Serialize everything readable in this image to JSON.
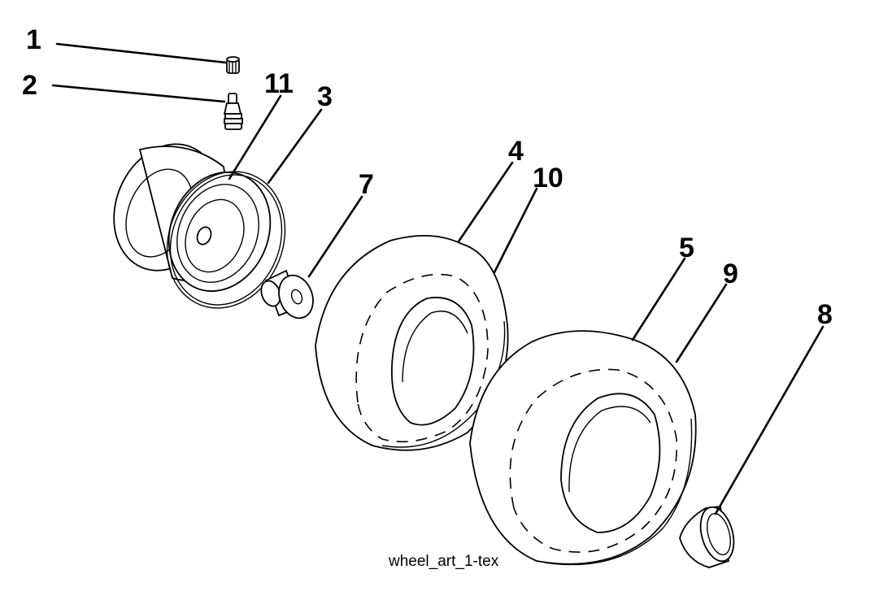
{
  "callouts": [
    {
      "id": "1",
      "text": "1"
    },
    {
      "id": "2",
      "text": "2"
    },
    {
      "id": "11",
      "text": "11"
    },
    {
      "id": "3",
      "text": "3"
    },
    {
      "id": "4",
      "text": "4"
    },
    {
      "id": "10",
      "text": "10"
    },
    {
      "id": "7",
      "text": "7"
    },
    {
      "id": "5",
      "text": "5"
    },
    {
      "id": "9",
      "text": "9"
    },
    {
      "id": "8",
      "text": "8"
    }
  ],
  "caption": "wheel_art_1-tex"
}
